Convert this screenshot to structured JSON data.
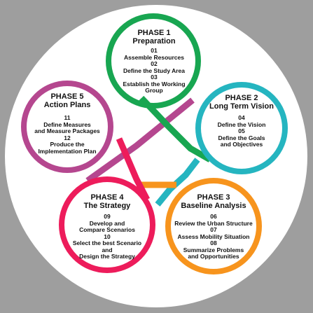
{
  "colors": {
    "background": "#9e9e9e",
    "disc": "#ffffff",
    "phase1": "#18a651",
    "phase2": "#25b5c0",
    "phase3": "#f7941d",
    "phase4": "#ed1c5b",
    "phase5": "#b5478f"
  },
  "phases": [
    {
      "label": "PHASE 1",
      "name": "Preparation",
      "steps": [
        {
          "num": "01",
          "text": "Assemble Resources"
        },
        {
          "num": "02",
          "text": "Define the Study Area"
        },
        {
          "num": "03",
          "text": "Establish the Working\nGroup"
        }
      ]
    },
    {
      "label": "PHASE 2",
      "name": "Long Term Vision",
      "steps": [
        {
          "num": "04",
          "text": "Define the Vision"
        },
        {
          "num": "05",
          "text": "Define the Goals\nand Objectives"
        }
      ]
    },
    {
      "label": "PHASE 3",
      "name": "Baseline Analysis",
      "steps": [
        {
          "num": "06",
          "text": "Review the Urban Structure"
        },
        {
          "num": "07",
          "text": "Assess Mobility Situation"
        },
        {
          "num": "08",
          "text": "Summarize Problems\nand Opportunities"
        }
      ]
    },
    {
      "label": "PHASE 4",
      "name": "The Strategy",
      "steps": [
        {
          "num": "09",
          "text": "Develop and\nCompare Scenarios"
        },
        {
          "num": "10",
          "text": "Select the best Scenario\nand\nDesign the Strategy"
        }
      ]
    },
    {
      "label": "PHASE 5",
      "name": "Action Plans",
      "steps": [
        {
          "num": "11",
          "text": "Define Measures\nand Measure Packages"
        },
        {
          "num": "12",
          "text": "Produce the\nImplementation Plan"
        }
      ]
    }
  ]
}
